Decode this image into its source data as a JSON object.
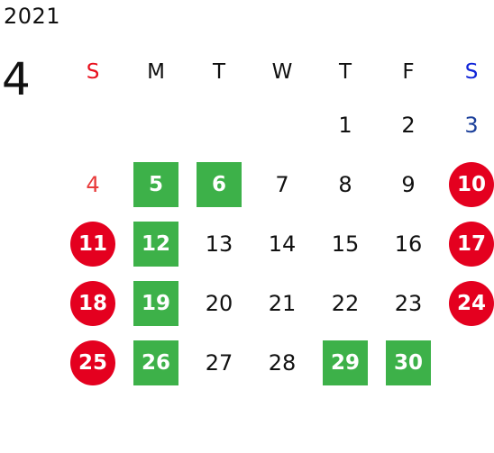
{
  "calendar": {
    "year": "2021",
    "month": "4",
    "weekdays": [
      "S",
      "M",
      "T",
      "W",
      "T",
      "F",
      "S"
    ],
    "colors": {
      "sunday_header": "#e8101e",
      "saturday_header": "#1024d8",
      "holiday_circle": "#e4001f",
      "green_box": "#3db149"
    },
    "weeks": [
      [
        {
          "label": "",
          "style": "empty"
        },
        {
          "label": "",
          "style": "empty"
        },
        {
          "label": "",
          "style": "empty"
        },
        {
          "label": "",
          "style": "empty"
        },
        {
          "label": "1",
          "style": "plain"
        },
        {
          "label": "2",
          "style": "plain"
        },
        {
          "label": "3",
          "style": "sat-plain"
        }
      ],
      [
        {
          "label": "4",
          "style": "sun-plain"
        },
        {
          "label": "5",
          "style": "green"
        },
        {
          "label": "6",
          "style": "green"
        },
        {
          "label": "7",
          "style": "plain"
        },
        {
          "label": "8",
          "style": "plain"
        },
        {
          "label": "9",
          "style": "plain"
        },
        {
          "label": "10",
          "style": "holiday"
        }
      ],
      [
        {
          "label": "11",
          "style": "holiday"
        },
        {
          "label": "12",
          "style": "green"
        },
        {
          "label": "13",
          "style": "plain"
        },
        {
          "label": "14",
          "style": "plain"
        },
        {
          "label": "15",
          "style": "plain"
        },
        {
          "label": "16",
          "style": "plain"
        },
        {
          "label": "17",
          "style": "holiday"
        }
      ],
      [
        {
          "label": "18",
          "style": "holiday"
        },
        {
          "label": "19",
          "style": "green"
        },
        {
          "label": "20",
          "style": "plain"
        },
        {
          "label": "21",
          "style": "plain"
        },
        {
          "label": "22",
          "style": "plain"
        },
        {
          "label": "23",
          "style": "plain"
        },
        {
          "label": "24",
          "style": "holiday"
        }
      ],
      [
        {
          "label": "25",
          "style": "holiday"
        },
        {
          "label": "26",
          "style": "green"
        },
        {
          "label": "27",
          "style": "plain"
        },
        {
          "label": "28",
          "style": "plain"
        },
        {
          "label": "29",
          "style": "green"
        },
        {
          "label": "30",
          "style": "green"
        },
        {
          "label": "",
          "style": "empty"
        }
      ]
    ]
  }
}
